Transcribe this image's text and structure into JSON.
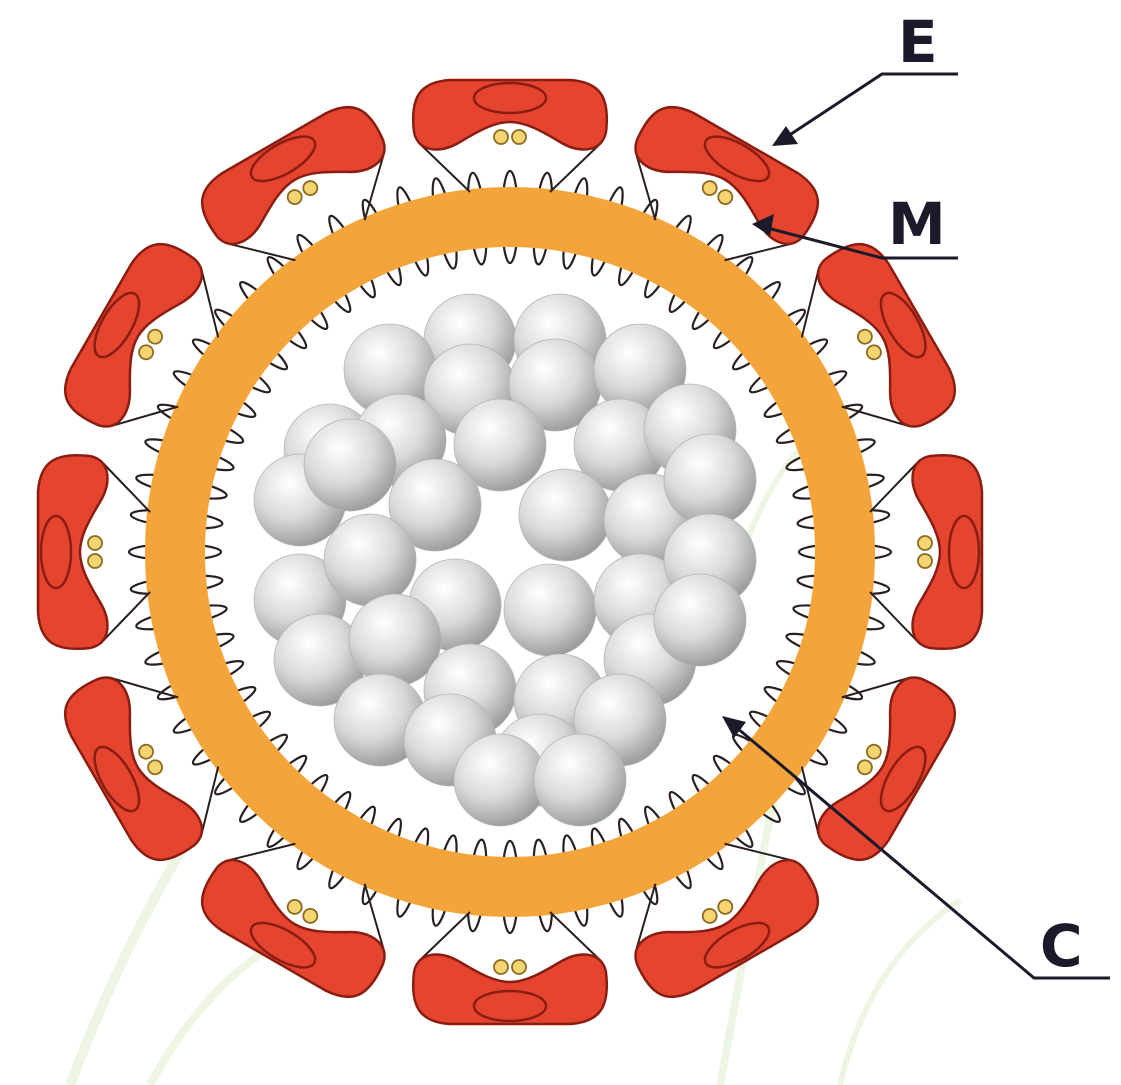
{
  "labels": {
    "envelope": "E",
    "membrane": "M",
    "capsid": "C"
  },
  "colors": {
    "envelope_protein": "#e5442e",
    "envelope_outline": "#8a1d12",
    "lipid_ring": "#f3a43b",
    "membrane_bead": "#f6d472",
    "capsomere_light": "#ffffff",
    "capsomere_dark": "#9c9c9c",
    "label_ink": "#1a1a2a",
    "background_plant": "#dfeecd"
  }
}
